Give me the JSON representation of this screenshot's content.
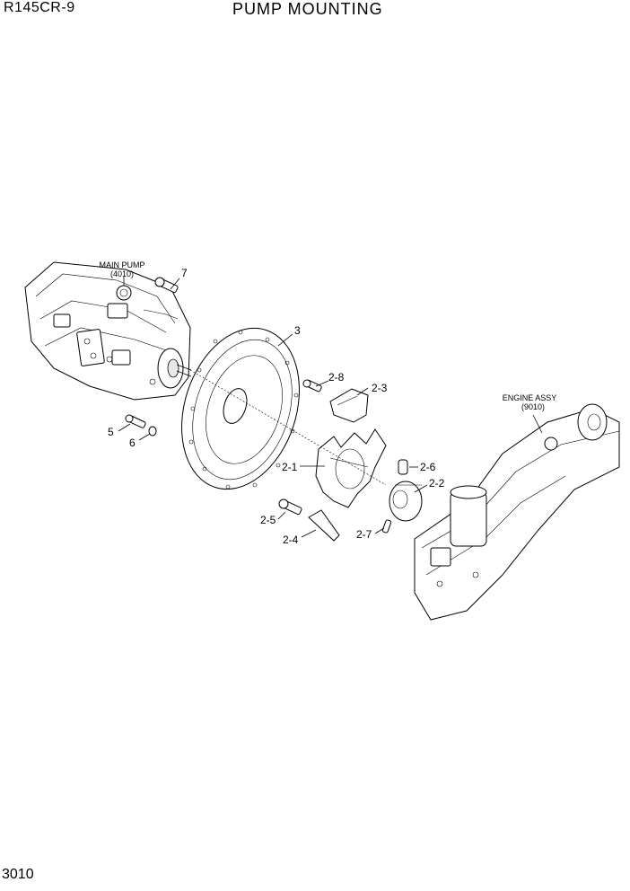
{
  "header": {
    "model": "R145CR-9",
    "title": "PUMP MOUNTING"
  },
  "footer": {
    "page_number": "3010"
  },
  "callouts": {
    "main_pump_name": "MAIN PUMP",
    "main_pump_ref": "(4010)",
    "engine_assy_name": "ENGINE ASSY",
    "engine_assy_ref": "(9010)",
    "c7": "7",
    "c3": "3",
    "c2_8": "2-8",
    "c2_3": "2-3",
    "c5": "5",
    "c6": "6",
    "c2_1": "2-1",
    "c2_6": "2-6",
    "c2_2": "2-2",
    "c2_5": "2-5",
    "c2_4": "2-4",
    "c2_7": "2-7"
  }
}
